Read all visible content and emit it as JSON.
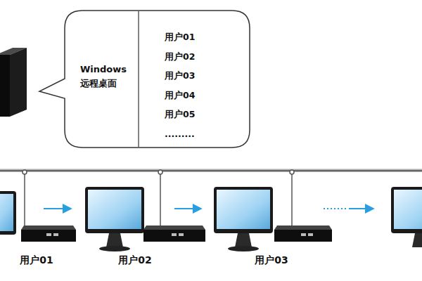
{
  "diagram": {
    "nodes": [
      {
        "text": [
          "Windows 远程桌面",
          "用户01",
          "用户02",
          "用户03",
          "用户04",
          "用户05",
          "........."
        ]
      }
    ],
    "labels": [
      "用户01",
      "用户02",
      "用户03"
    ]
  }
}
